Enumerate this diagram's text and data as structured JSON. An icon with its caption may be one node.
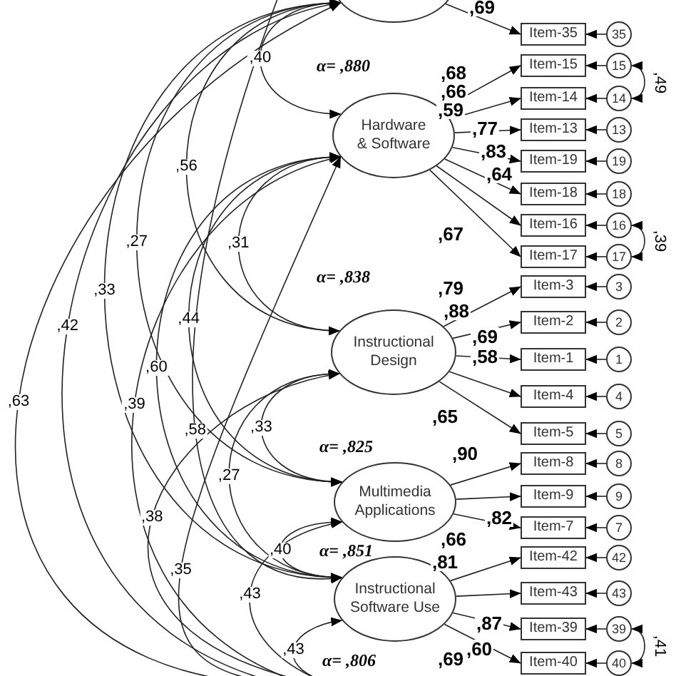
{
  "diagram": {
    "nodes": [
      {
        "text": [],
        "shape": "ellipse"
      },
      {
        "text": [
          "Hardware & Software"
        ],
        "beside": [
          "α= ,880"
        ]
      },
      {
        "text": [
          "Instructional Design"
        ],
        "beside": [
          "α= ,838"
        ]
      },
      {
        "text": [
          "Multimedia Applications"
        ],
        "beside": [
          "α= ,825"
        ]
      },
      {
        "text": [
          "Instructional Software Use"
        ],
        "beside": [
          "α= ,851"
        ]
      },
      {
        "text": [
          "Item-35"
        ]
      },
      {
        "text": [
          "Item-15"
        ]
      },
      {
        "text": [
          "Item-14"
        ]
      },
      {
        "text": [
          "Item-13"
        ]
      },
      {
        "text": [
          "Item-19"
        ]
      },
      {
        "text": [
          "Item-18"
        ]
      },
      {
        "text": [
          "Item-16"
        ]
      },
      {
        "text": [
          "Item-17"
        ]
      },
      {
        "text": [
          "Item-3"
        ]
      },
      {
        "text": [
          "Item-2"
        ]
      },
      {
        "text": [
          "Item-1"
        ]
      },
      {
        "text": [
          "Item-4"
        ]
      },
      {
        "text": [
          "Item-5"
        ]
      },
      {
        "text": [
          "Item-8"
        ]
      },
      {
        "text": [
          "Item-9"
        ]
      },
      {
        "text": [
          "Item-7"
        ]
      },
      {
        "text": [
          "Item-42"
        ]
      },
      {
        "text": [
          "Item-43"
        ]
      },
      {
        "text": [
          "Item-39"
        ]
      },
      {
        "text": [
          "Item-40"
        ]
      },
      {
        "text": [
          "35"
        ]
      },
      {
        "text": [
          "15"
        ]
      },
      {
        "text": [
          "14"
        ]
      },
      {
        "text": [
          "13"
        ]
      },
      {
        "text": [
          "19"
        ]
      },
      {
        "text": [
          "18"
        ]
      },
      {
        "text": [
          "16"
        ]
      },
      {
        "text": [
          "17"
        ]
      },
      {
        "text": [
          "3"
        ]
      },
      {
        "text": [
          "2"
        ]
      },
      {
        "text": [
          "1"
        ]
      },
      {
        "text": [
          "4"
        ]
      },
      {
        "text": [
          "5"
        ]
      },
      {
        "text": [
          "8"
        ]
      },
      {
        "text": [
          "9"
        ]
      },
      {
        "text": [
          "7"
        ]
      },
      {
        "text": [
          "42"
        ]
      },
      {
        "text": [
          "43"
        ]
      },
      {
        "text": [
          "39"
        ]
      },
      {
        "text": [
          "40"
        ]
      }
    ],
    "edges": [
      {
        "from": 0,
        "to": 1,
        "arrow": "both",
        "label": ",40"
      },
      {
        "from": 0,
        "to": 2,
        "arrow": "both",
        "label": ",56"
      },
      {
        "from": 0,
        "to": 3,
        "arrow": "both",
        "label": ",27"
      },
      {
        "from": 0,
        "to": 4,
        "arrow": "both",
        "label": ",33"
      },
      {
        "from": 1,
        "to": 2,
        "arrow": "both",
        "label": ",31"
      },
      {
        "from": 1,
        "to": 3,
        "arrow": "both",
        "label": ",44"
      },
      {
        "from": 1,
        "to": 4,
        "arrow": "both",
        "label": ",60"
      },
      {
        "from": 2,
        "to": 3,
        "arrow": "both",
        "label": ",33"
      },
      {
        "from": 2,
        "to": 4,
        "arrow": "both",
        "label": ",27"
      },
      {
        "from": 3,
        "to": 4,
        "arrow": "both",
        "label": ",40"
      },
      {
        "from": null,
        "to": 0,
        "arrow": "to",
        "label": ",42"
      },
      {
        "from": null,
        "to": 1,
        "arrow": "to",
        "label": ",39"
      },
      {
        "from": null,
        "to": 2,
        "arrow": "to",
        "label": ",38"
      },
      {
        "from": null,
        "to": 3,
        "arrow": "to",
        "label": ",43"
      },
      {
        "from": null,
        "to": 4,
        "arrow": "to",
        "label": ",43"
      },
      {
        "from": null,
        "to": 0,
        "arrow": "to",
        "label": ",63"
      },
      {
        "from": null,
        "to": 1,
        "arrow": "to",
        "label": ",35"
      },
      {
        "from": null,
        "to": 4,
        "arrow": "to",
        "label": ",58"
      },
      {
        "from": 0,
        "to": 5,
        "arrow": "to",
        "label": ",69"
      },
      {
        "from": 1,
        "to": 6,
        "arrow": "to",
        "label": ",68"
      },
      {
        "from": 1,
        "to": 7,
        "arrow": "to",
        "label": ",66"
      },
      {
        "from": 1,
        "to": 8,
        "arrow": "to",
        "label": ",59"
      },
      {
        "from": 1,
        "to": 9,
        "arrow": "to",
        "label": ",77"
      },
      {
        "from": 1,
        "to": 10,
        "arrow": "to",
        "label": ",83"
      },
      {
        "from": 1,
        "to": 11,
        "arrow": "to",
        "label": ",64"
      },
      {
        "from": 1,
        "to": 12,
        "arrow": "to",
        "label": ",67"
      },
      {
        "from": 2,
        "to": 13,
        "arrow": "to",
        "label": ",79"
      },
      {
        "from": 2,
        "to": 14,
        "arrow": "to",
        "label": ",88"
      },
      {
        "from": 2,
        "to": 15,
        "arrow": "to",
        "label": ",69"
      },
      {
        "from": 2,
        "to": 16,
        "arrow": "to",
        "label": ",58"
      },
      {
        "from": 2,
        "to": 17,
        "arrow": "to",
        "label": ",65"
      },
      {
        "from": 3,
        "to": 18,
        "arrow": "to",
        "label": ",90"
      },
      {
        "from": 3,
        "to": 19,
        "arrow": "to",
        "label": ",82"
      },
      {
        "from": 3,
        "to": 20,
        "arrow": "to",
        "label": ",66"
      },
      {
        "from": 4,
        "to": 21,
        "arrow": "to",
        "label": ",81"
      },
      {
        "from": 4,
        "to": 22,
        "arrow": "to",
        "label": ",87"
      },
      {
        "from": 4,
        "to": 23,
        "arrow": "to",
        "label": ",60"
      },
      {
        "from": 4,
        "to": 24,
        "arrow": "to",
        "label": ",69"
      },
      {
        "from": 25,
        "to": 5,
        "arrow": "to"
      },
      {
        "from": 26,
        "to": 6,
        "arrow": "to"
      },
      {
        "from": 27,
        "to": 7,
        "arrow": "to"
      },
      {
        "from": 28,
        "to": 8,
        "arrow": "to"
      },
      {
        "from": 29,
        "to": 9,
        "arrow": "to"
      },
      {
        "from": 30,
        "to": 10,
        "arrow": "to"
      },
      {
        "from": 31,
        "to": 11,
        "arrow": "to"
      },
      {
        "from": 32,
        "to": 12,
        "arrow": "to"
      },
      {
        "from": 33,
        "to": 13,
        "arrow": "to"
      },
      {
        "from": 34,
        "to": 14,
        "arrow": "to"
      },
      {
        "from": 35,
        "to": 15,
        "arrow": "to"
      },
      {
        "from": 36,
        "to": 16,
        "arrow": "to"
      },
      {
        "from": 37,
        "to": 17,
        "arrow": "to"
      },
      {
        "from": 38,
        "to": 18,
        "arrow": "to"
      },
      {
        "from": 39,
        "to": 19,
        "arrow": "to"
      },
      {
        "from": 40,
        "to": 20,
        "arrow": "to"
      },
      {
        "from": 41,
        "to": 21,
        "arrow": "to"
      },
      {
        "from": 42,
        "to": 22,
        "arrow": "to"
      },
      {
        "from": 43,
        "to": 23,
        "arrow": "to"
      },
      {
        "from": 44,
        "to": 24,
        "arrow": "to"
      },
      {
        "from": 26,
        "to": 27,
        "arrow": "both",
        "label": ",49"
      },
      {
        "from": 31,
        "to": 32,
        "arrow": "both",
        "label": ",39"
      },
      {
        "from": 43,
        "to": 44,
        "arrow": "both",
        "label": ",41"
      }
    ],
    "labels": [
      "α= ,806"
    ]
  }
}
